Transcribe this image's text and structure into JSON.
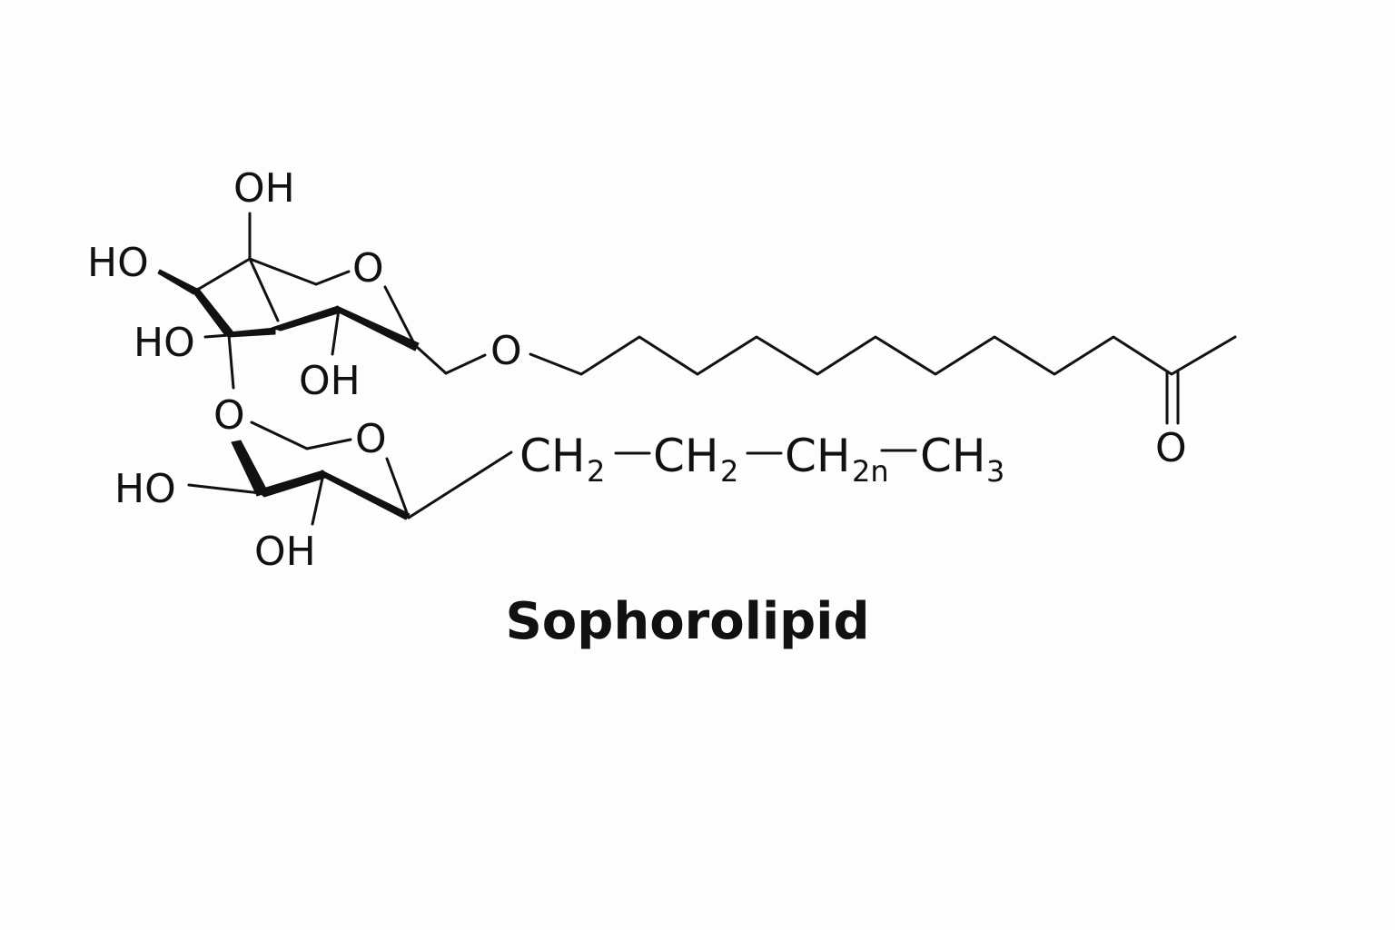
{
  "diagram": {
    "title": "Sophorolipid",
    "labels": {
      "oh_top": "OH",
      "ho_upper_left": "HO",
      "ho_mid_left": "HO",
      "oh_upper_ring_bottom": "OH",
      "o_upper_ring": "O",
      "o_glycosidic": "O",
      "o_ether": "O",
      "o_lower_ring": "O",
      "ho_lower_left": "HO",
      "oh_lower_bottom": "OH",
      "o_carbonyl": "O"
    },
    "tail": {
      "ch2_1": "CH",
      "ch2_1_sub": "2",
      "ch2_2": "CH",
      "ch2_2_sub": "2",
      "ch2_3": "CH",
      "ch2_3_sub": "2n",
      "ch3": "CH",
      "ch3_sub": "3"
    }
  }
}
